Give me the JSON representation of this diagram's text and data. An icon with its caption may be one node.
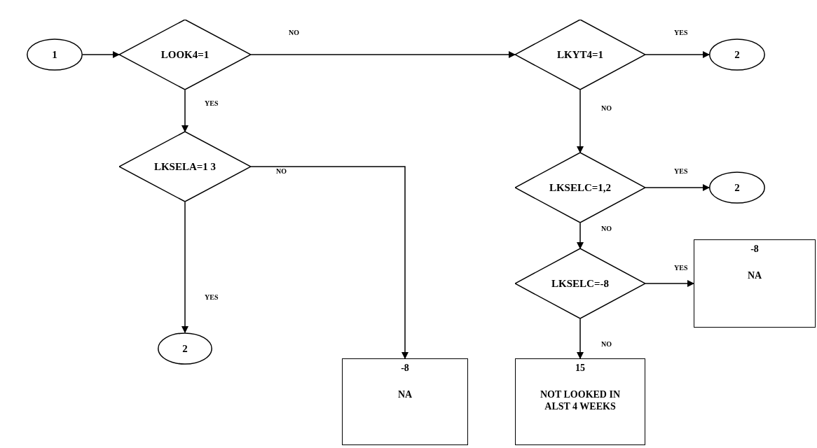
{
  "diagram": {
    "nodes": [
      {
        "text": [
          "1"
        ]
      },
      {
        "text": [
          "LOOK4=1"
        ]
      },
      {
        "text": [
          "LKSELA=1 3"
        ]
      },
      {
        "text": [
          "2"
        ]
      },
      {
        "text": [
          "-8",
          "NA"
        ]
      },
      {
        "text": [
          "LKYT4=1"
        ]
      },
      {
        "text": [
          "2"
        ]
      },
      {
        "text": [
          "LKSELC=1,2"
        ]
      },
      {
        "text": [
          "2"
        ]
      },
      {
        "text": [
          "LKSELC=-8"
        ]
      },
      {
        "text": [
          "-8",
          "NA"
        ]
      },
      {
        "text": [
          "15",
          "NOT LOOKED IN ALST 4 WEEKS"
        ]
      }
    ],
    "edges": [
      {
        "from": 0,
        "to": 1,
        "arrow": "to"
      },
      {
        "from": 1,
        "to": 5,
        "arrow": "to",
        "label": "NO"
      },
      {
        "from": 1,
        "to": 2,
        "arrow": "to",
        "label": "YES"
      },
      {
        "from": 2,
        "to": 4,
        "arrow": "to",
        "label": "NO"
      },
      {
        "from": 2,
        "to": 3,
        "arrow": "to",
        "label": "YES"
      },
      {
        "from": 5,
        "to": 6,
        "arrow": "to",
        "label": "YES"
      },
      {
        "from": 5,
        "to": 7,
        "arrow": "to",
        "label": "NO"
      },
      {
        "from": 7,
        "to": 8,
        "arrow": "to",
        "label": "YES"
      },
      {
        "from": 7,
        "to": 9,
        "arrow": "to",
        "label": "NO"
      },
      {
        "from": 9,
        "to": 10,
        "arrow": "to",
        "label": "YES"
      },
      {
        "from": 9,
        "to": 11,
        "arrow": "to",
        "label": "NO"
      }
    ]
  }
}
